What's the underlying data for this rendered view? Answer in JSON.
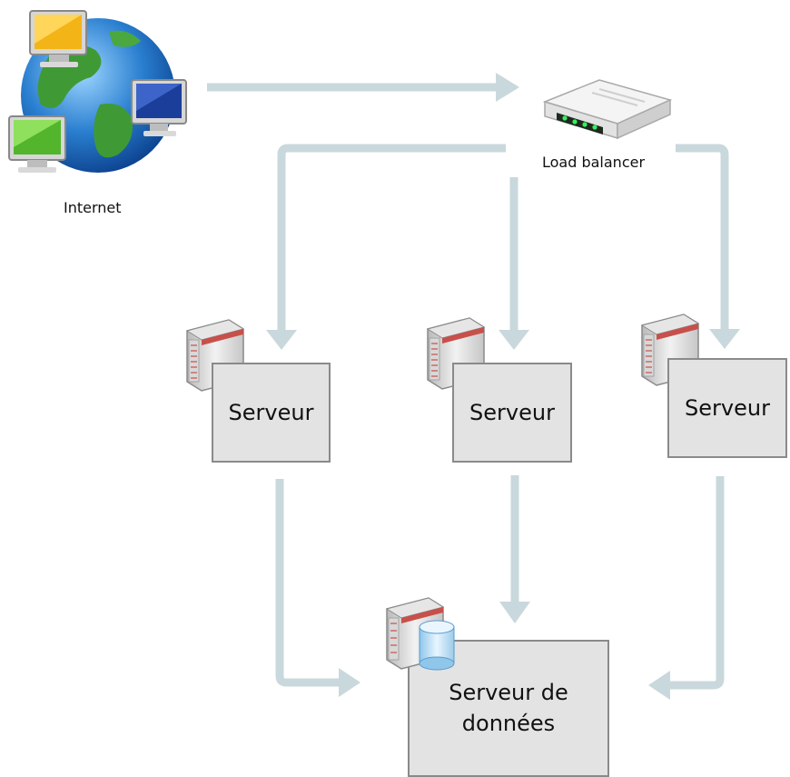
{
  "internet": {
    "label": "Internet",
    "icon": "globe-with-computers-icon"
  },
  "load_balancer": {
    "label": "Load balancer",
    "icon": "router-icon"
  },
  "servers": [
    {
      "label": "Serveur",
      "icon": "server-tower-icon"
    },
    {
      "label": "Serveur",
      "icon": "server-tower-icon"
    },
    {
      "label": "Serveur",
      "icon": "server-tower-icon"
    }
  ],
  "data_server": {
    "line1": "Serveur de",
    "line2": "données",
    "icon": "database-server-icon"
  },
  "colors": {
    "arrow": "#c9d8dc",
    "box_fill": "#e3e3e3",
    "box_border": "#8a8a8a",
    "server_red": "#c8504a"
  }
}
